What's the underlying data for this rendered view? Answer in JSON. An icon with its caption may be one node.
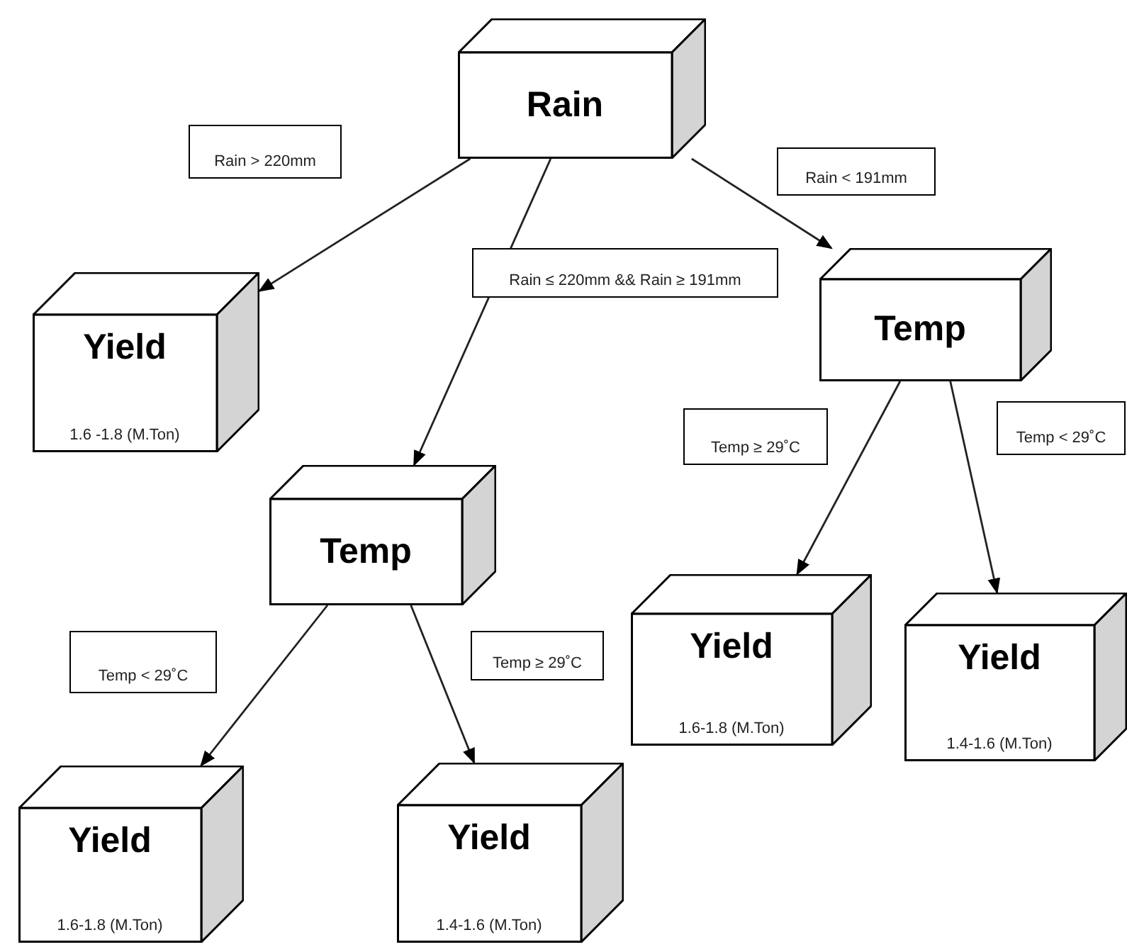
{
  "diagram": {
    "nodes": [
      {
        "text": [
          "Rain"
        ]
      },
      {
        "text": [
          "Yield",
          "1.6 -1.8 (M.Ton)"
        ]
      },
      {
        "text": [
          "Temp"
        ]
      },
      {
        "text": [
          "Temp"
        ]
      },
      {
        "text": [
          "Yield",
          "1.6-1.8 (M.Ton)"
        ]
      },
      {
        "text": [
          "Yield",
          "1.4-1.6 (M.Ton)"
        ]
      },
      {
        "text": [
          "Yield",
          "1.6-1.8 (M.Ton)"
        ]
      },
      {
        "text": [
          "Yield",
          "1.4-1.6 (M.Ton)"
        ]
      }
    ],
    "edges": [
      {
        "from": 0,
        "to": 1,
        "arrow": "to",
        "label": "Rain > 220mm"
      },
      {
        "from": 0,
        "to": 2,
        "arrow": "to",
        "label": "Rain ≤ 220mm && Rain ≥ 191mm"
      },
      {
        "from": 0,
        "to": 3,
        "arrow": "to",
        "label": "Rain < 191mm"
      },
      {
        "from": 2,
        "to": 6,
        "arrow": "to",
        "label": "Temp < 29˚C"
      },
      {
        "from": 2,
        "to": 7,
        "arrow": "to",
        "label": "Temp ≥ 29˚C"
      },
      {
        "from": 3,
        "to": 4,
        "arrow": "to",
        "label": "Temp ≥ 29˚C"
      },
      {
        "from": 3,
        "to": 5,
        "arrow": "to",
        "label": "Temp < 29˚C"
      }
    ]
  }
}
